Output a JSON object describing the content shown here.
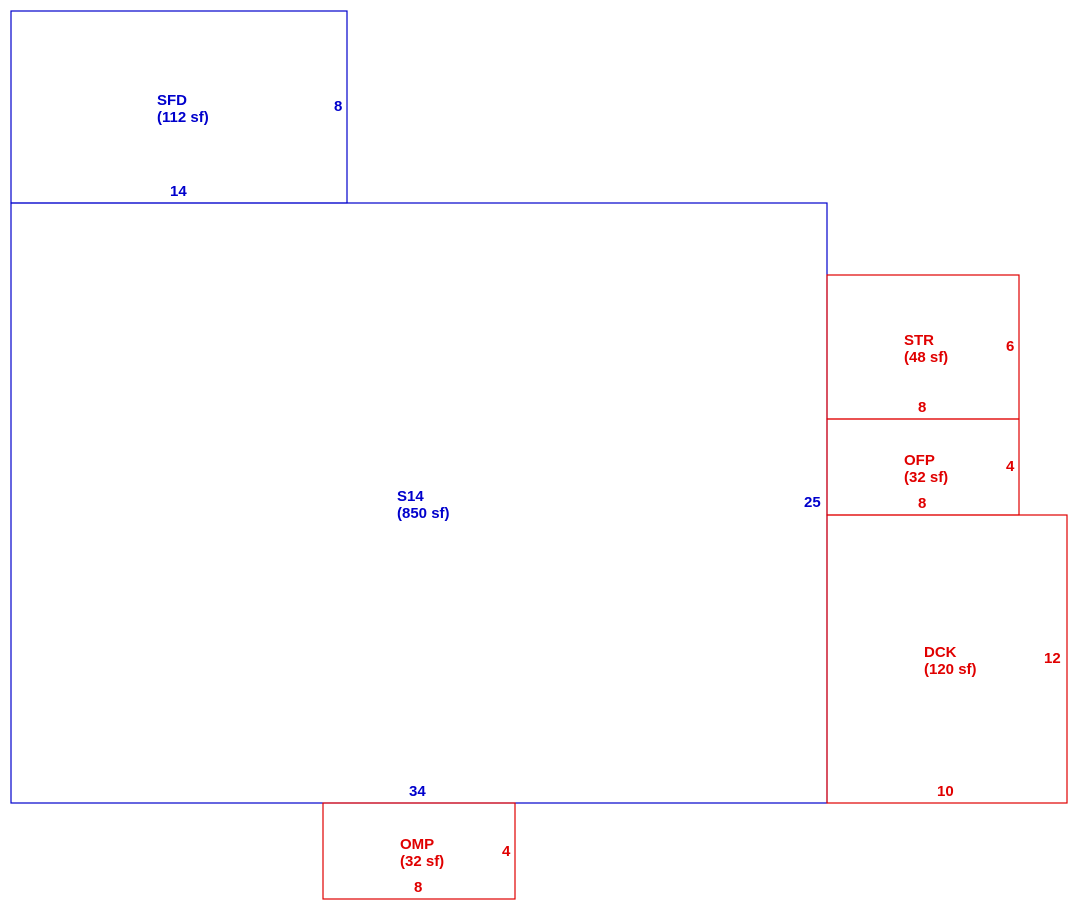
{
  "colors": {
    "main": "#0000cc",
    "addition": "#e00000"
  },
  "areas": [
    {
      "id": "sfd",
      "code": "SFD",
      "area": "(112 sf)",
      "color": "main",
      "dims": {
        "side": "8",
        "bottom": "14"
      }
    },
    {
      "id": "s14",
      "code": "S14",
      "area": "(850 sf)",
      "color": "main",
      "dims": {
        "side": "25",
        "bottom": "34"
      }
    },
    {
      "id": "str",
      "code": "STR",
      "area": "(48 sf)",
      "color": "addition",
      "dims": {
        "side": "6",
        "bottom": "8"
      }
    },
    {
      "id": "ofp",
      "code": "OFP",
      "area": "(32 sf)",
      "color": "addition",
      "dims": {
        "side": "4",
        "bottom": "8"
      }
    },
    {
      "id": "dck",
      "code": "DCK",
      "area": "(120 sf)",
      "color": "addition",
      "dims": {
        "side": "12",
        "bottom": "10"
      }
    },
    {
      "id": "omp",
      "code": "OMP",
      "area": "(32 sf)",
      "color": "addition",
      "dims": {
        "side": "4",
        "bottom": "8"
      }
    }
  ]
}
